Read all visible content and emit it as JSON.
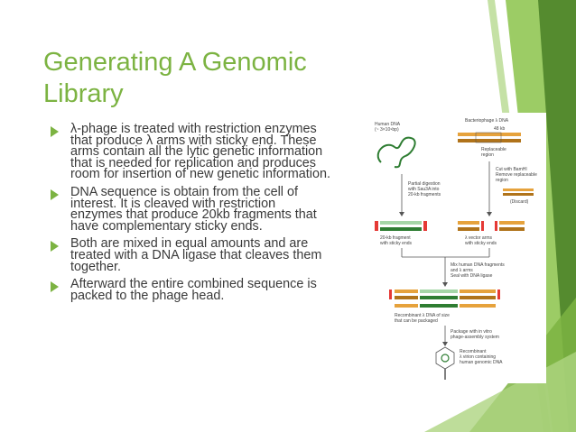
{
  "slide": {
    "title": "Generating A Genomic Library",
    "bullets": [
      {
        "text": "λ-phage is treated with restriction enzymes that produce λ arms with sticky end.  These arms contain all the lytic genetic information that is needed for replication and produces room for insertion of new genetic information."
      },
      {
        "text": "DNA sequence is obtain from the cell of interest.  It is cleaved with restriction enzymes that produce 20kb fragments that have complementary sticky ends."
      },
      {
        "text": "Both are mixed in equal amounts and are treated with a DNA ligase that cleaves them together."
      },
      {
        "text": "Afterward the entire combined sequence is packed to the phage head."
      }
    ]
  },
  "figure": {
    "labels": {
      "human_dna": "Human DNA",
      "human_dna_size": "(~ 3×10⁹bp)",
      "bacteriophage": "Bacteriophage λ DNA",
      "kb48": "48 kb",
      "replaceable": "Replaceable",
      "region": "region",
      "partial1": "Partial digestion",
      "partial2": "with Sau3A into",
      "partial3": "20-kb fragments",
      "cut1": "Cut with BamHI",
      "cut2": "Remove replaceable",
      "cut3": "region",
      "discard": "(Discard)",
      "frag1": "20-kb fragment",
      "frag2": "with sticky ends",
      "arms1": "λ vector arms",
      "arms2": "with sticky ends",
      "mix1": "Mix human DNA fragments",
      "mix2": "and λ arms",
      "mix3": "Seal with DNA ligase",
      "recomb1": "Recombinant λ DNA of size",
      "recomb2": "that can be packaged",
      "pack1": "Package with in vitro",
      "pack2": "phage-assembly system",
      "virion1": "Recombinant",
      "virion2": "λ virion containing",
      "virion3": "human genomic DNA"
    },
    "colors": {
      "human": "#2e7d32",
      "human_light": "#a5d6a7",
      "phage": "#e6a23c",
      "phage_dark": "#b0731a",
      "sticky": "#e53935"
    }
  },
  "colors": {
    "accent": "#7cb342",
    "stripe_dark": "#558b2f",
    "stripe_light": "#9ccc65"
  }
}
